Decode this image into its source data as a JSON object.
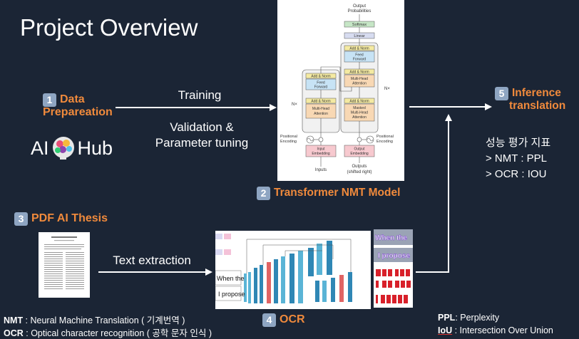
{
  "title": "Project Overview",
  "steps": {
    "s1": {
      "num": "1",
      "line1": "Data",
      "line2": "Prepareation"
    },
    "s2": {
      "num": "2",
      "label": "Transformer NMT Model"
    },
    "s3": {
      "num": "3",
      "label": "PDF AI Thesis"
    },
    "s4": {
      "num": "4",
      "label": "OCR"
    },
    "s5": {
      "num": "5",
      "line1": "Inference",
      "line2": "translation"
    }
  },
  "logo": {
    "left": "AI",
    "right": "Hub"
  },
  "arrows": {
    "training": "Training",
    "validation1": "Validation &",
    "validation2": "Parameter tuning",
    "extraction": "Text extraction"
  },
  "metrics": {
    "heading": "성능 평가 지표",
    "nmt": "> NMT : PPL",
    "ocr": "> OCR : IOU"
  },
  "footnotes": {
    "nmt_key": "NMT",
    "nmt_text": " : Neural Machine Translation ( 기계번역 )",
    "ocr_key": "OCR",
    "ocr_text": " : Optical character recognition ( 공학 문자 인식 )",
    "ppl_key": "PPL",
    "ppl_text": ": Perplexity",
    "iou_key": "IoU",
    "iou_text": " : Intersection Over Union"
  },
  "transformer": {
    "output_probs1": "Output",
    "output_probs2": "Probabilities",
    "softmax": "Softmax",
    "linear": "Linear",
    "add_norm": "Add & Norm",
    "feed1": "Feed",
    "feed2": "Forward",
    "mha1": "Multi-Head",
    "mha2": "Attention",
    "masked1": "Masked",
    "masked2": "Multi-Head",
    "masked3": "Attention",
    "nx": "N×",
    "pos1": "Positional",
    "pos2": "Encoding",
    "in_emb1": "Input",
    "in_emb2": "Embedding",
    "out_emb1": "Output",
    "out_emb2": "Embedding",
    "inputs": "Inputs",
    "outputs1": "Outputs",
    "outputs2": "(shifted right)"
  },
  "ocr_samples": {
    "word1": "When the",
    "word2": "I propose"
  },
  "colors": {
    "accent": "#f08a3c",
    "background": "#1b2535",
    "badge": "#8ea5c2"
  }
}
